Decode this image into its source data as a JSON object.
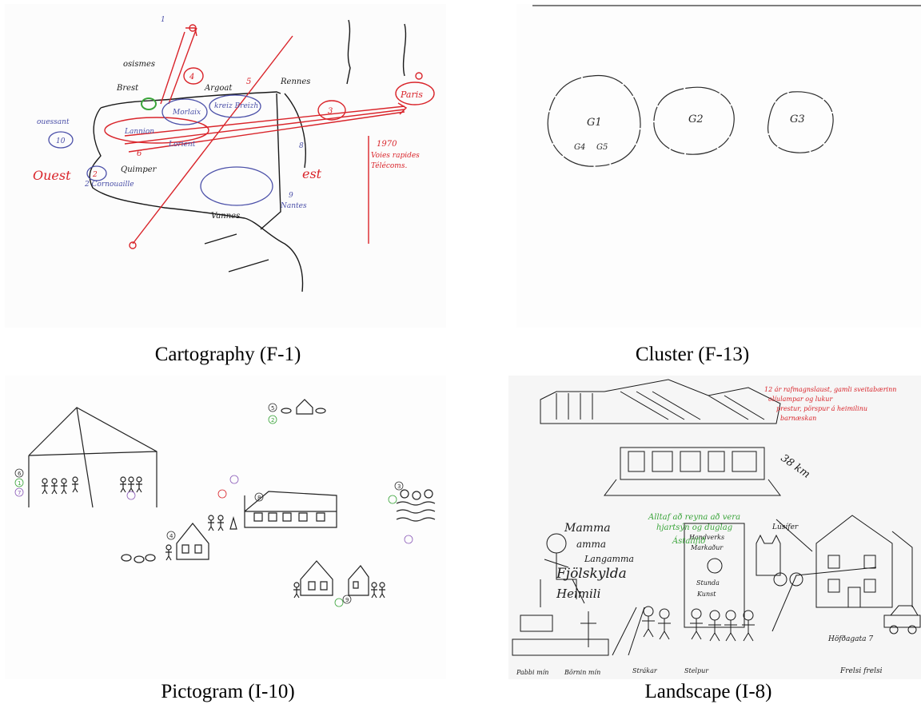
{
  "panels": [
    {
      "caption": "Cartography (F-1)",
      "labels": {
        "brest": "Brest",
        "osismes": "osismes",
        "quessant": "ouessant",
        "ten": "10",
        "ouest": "Ouest",
        "lannion": "Lannion",
        "morlaix": "Morlaix",
        "argoat": "Argoat",
        "kreiz": "kreiz Breizh",
        "cornouaille": "2 Cornouaille",
        "quimper": "Quimper",
        "lorient": "Lorient",
        "vannes": "Vannes",
        "rennes": "Rennes",
        "nantes": "Nantes",
        "paris": "Paris",
        "est": "est",
        "year": "1970",
        "note1": "Voies rapides",
        "note2": "Télécoms.",
        "n1": "1",
        "n2": "2",
        "n3": "3",
        "n4": "4",
        "n5": "5",
        "n6": "6",
        "n8": "8",
        "n9": "9"
      }
    },
    {
      "caption": "Cluster (F-13)",
      "labels": {
        "g1": "G1",
        "g4": "G4",
        "g5": "G5",
        "g2": "G2",
        "g3": "G3"
      }
    },
    {
      "caption": "Pictogram (I-10)",
      "labels": {
        "n1": "1",
        "n2": "2",
        "n3": "3",
        "n4": "4",
        "n5": "5",
        "n6": "6",
        "n7": "7",
        "n8": "8",
        "n9": "9"
      }
    },
    {
      "caption": "Landscape (I-8)",
      "labels": {
        "mamma": "Mamma",
        "amma": "amma",
        "langamma": "Langamma",
        "fjolskylda": "Fjölskylda",
        "heimili": "Heimili",
        "handverk": "Handverks",
        "markadur": "Markaður",
        "stunda": "Stunda",
        "kunst": "Kunst",
        "lusifer": "Lúsífer",
        "km": "38 km",
        "green1": "Alltaf að reyna að vera",
        "green2": "hjartsýn og duglag",
        "green3": "Ástalífið",
        "red1": "12 ár rafmagnslaust, gamli sveitabærinn",
        "red2": "olíulampar og lukur",
        "red3": "prestur, pörspur á heimilinu",
        "red4": "barnæskan",
        "address": "Höfðagata 7",
        "pabbi": "Pabbi mín",
        "born": "Börnin mín",
        "strakar": "Strákar",
        "stelpur": "Stelpur",
        "frelsi": "Frelsi frelsi"
      }
    }
  ],
  "colors": {
    "ink": "#1a1a1a",
    "red": "#d9242a",
    "blue": "#4a4fa8",
    "green": "#3aa43a",
    "purple": "#8a5ab8"
  }
}
